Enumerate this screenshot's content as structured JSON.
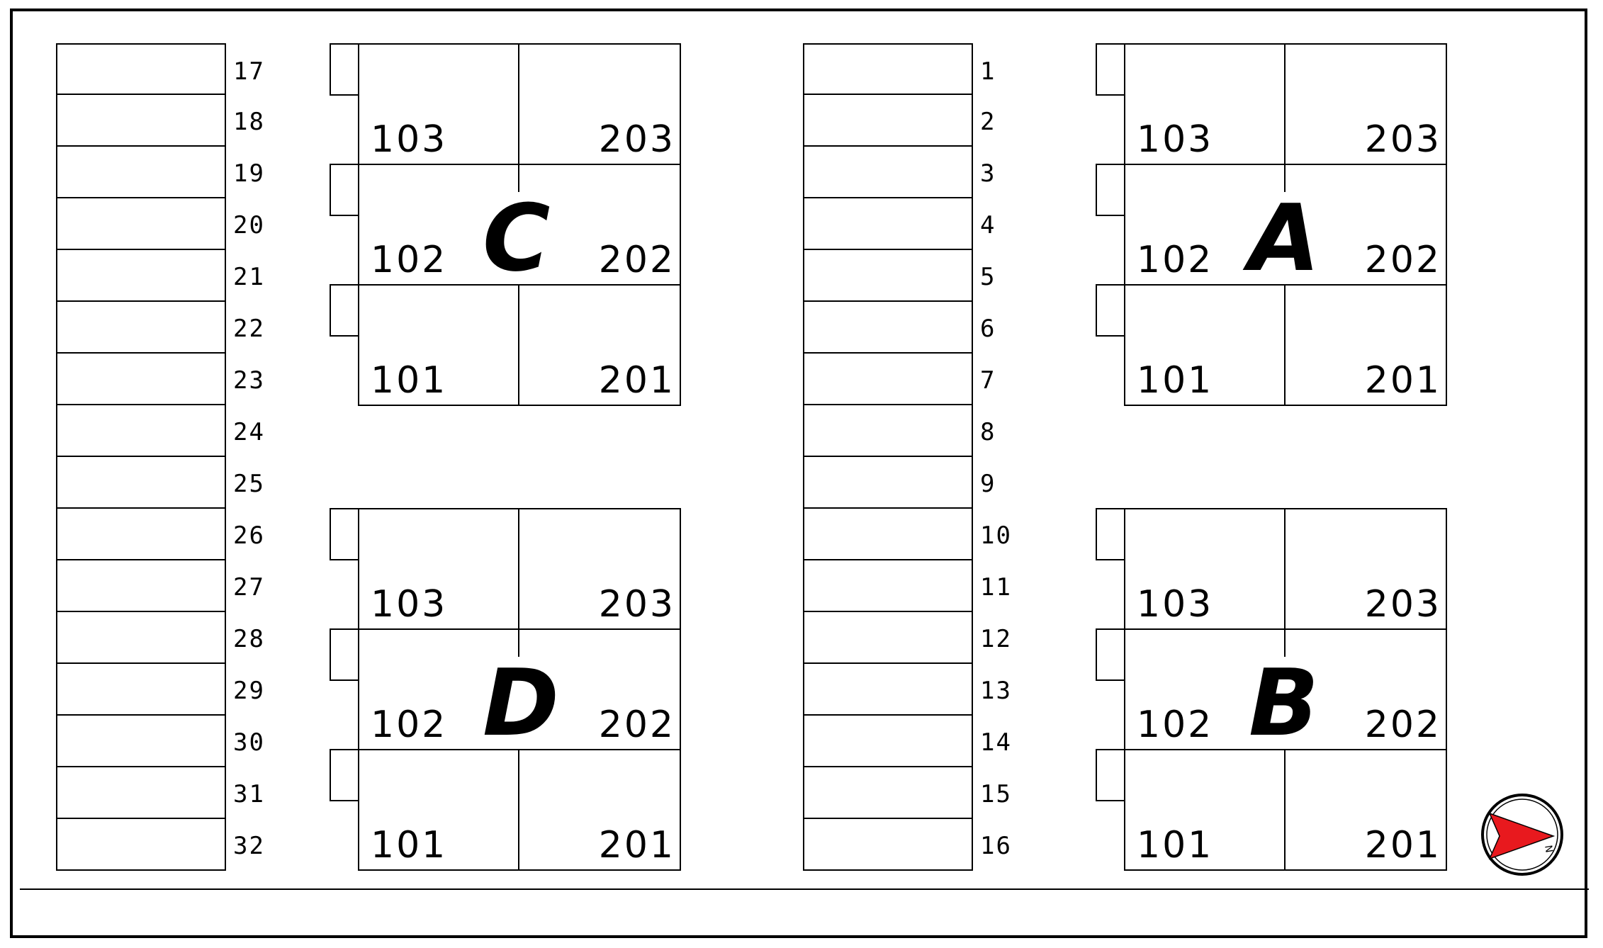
{
  "parking": {
    "left": [
      "17",
      "18",
      "19",
      "20",
      "21",
      "22",
      "23",
      "24",
      "25",
      "26",
      "27",
      "28",
      "29",
      "30",
      "31",
      "32"
    ],
    "right": [
      "1",
      "2",
      "3",
      "4",
      "5",
      "6",
      "7",
      "8",
      "9",
      "10",
      "11",
      "12",
      "13",
      "14",
      "15",
      "16"
    ]
  },
  "buildings": {
    "C": {
      "name": "C",
      "units": {
        "top_left": "103",
        "top_right": "203",
        "mid_left": "102",
        "mid_right": "202",
        "bot_left": "101",
        "bot_right": "201"
      }
    },
    "A": {
      "name": "A",
      "units": {
        "top_left": "103",
        "top_right": "203",
        "mid_left": "102",
        "mid_right": "202",
        "bot_left": "101",
        "bot_right": "201"
      }
    },
    "D": {
      "name": "D",
      "units": {
        "top_left": "103",
        "top_right": "203",
        "mid_left": "102",
        "mid_right": "202",
        "bot_left": "101",
        "bot_right": "201"
      }
    },
    "B": {
      "name": "B",
      "units": {
        "top_left": "103",
        "top_right": "203",
        "mid_left": "102",
        "mid_right": "202",
        "bot_left": "101",
        "bot_right": "201"
      }
    }
  },
  "compass": {
    "label": "N",
    "needle_color": "#e8191e"
  }
}
